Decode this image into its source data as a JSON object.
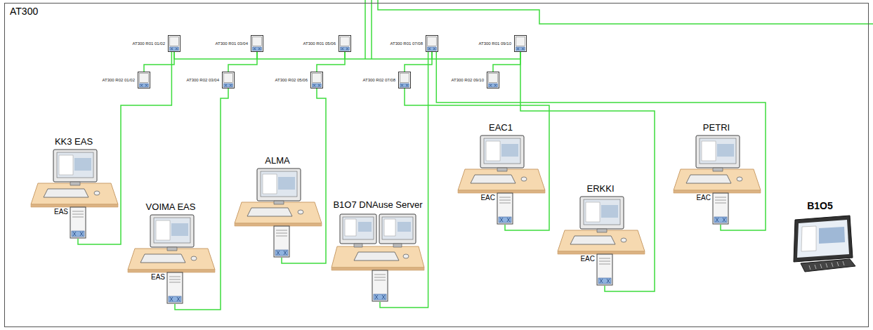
{
  "diagram": {
    "nodes": [
      {
        "text": [
          "AT300"
        ]
      },
      {
        "text": [
          "AT300 R01 01/02"
        ],
        "in": 0
      },
      {
        "text": [
          "AT300 R01 03/04"
        ],
        "in": 0
      },
      {
        "text": [
          "AT300 R01 05/06"
        ],
        "in": 0
      },
      {
        "text": [
          "AT300 R01 07/08"
        ],
        "in": 0
      },
      {
        "text": [
          "AT300 R01 09/10"
        ],
        "in": 0
      },
      {
        "text": [
          "AT300 R02 01/02"
        ],
        "in": 0
      },
      {
        "text": [
          "AT300 R02 03/04"
        ],
        "in": 0
      },
      {
        "text": [
          "AT300 R02 05/06"
        ],
        "in": 0
      },
      {
        "text": [
          "AT300 R02 07/08"
        ],
        "in": 0
      },
      {
        "text": [
          "AT300 R02 09/10"
        ],
        "in": 0
      },
      {
        "text": [
          "KK3 EAS",
          "EAS"
        ],
        "in": 0
      },
      {
        "text": [
          "VOIMA EAS",
          "EAS"
        ],
        "in": 0
      },
      {
        "text": [
          "ALMA"
        ],
        "in": 0
      },
      {
        "text": [
          "B1O7 DNAuse Server"
        ],
        "in": 0
      },
      {
        "text": [
          "EAC1",
          "EAC"
        ],
        "in": 0
      },
      {
        "text": [
          "ERKKI",
          "EAC"
        ],
        "in": 0
      },
      {
        "text": [
          "PETRI",
          "EAC"
        ],
        "in": 0
      },
      {
        "text": [
          "B1O5"
        ],
        "in": 0
      }
    ],
    "edges": [
      {
        "from": 1,
        "to": 2,
        "arrow": "none"
      },
      {
        "from": 2,
        "to": 3,
        "arrow": "none"
      },
      {
        "from": 3,
        "to": 4,
        "arrow": "none"
      },
      {
        "from": 4,
        "to": 5,
        "arrow": "none"
      },
      {
        "from": 6,
        "to": 1,
        "arrow": "none"
      },
      {
        "from": 7,
        "to": 2,
        "arrow": "none"
      },
      {
        "from": 8,
        "to": 3,
        "arrow": "none"
      },
      {
        "from": 9,
        "to": 4,
        "arrow": "none"
      },
      {
        "from": 10,
        "to": 5,
        "arrow": "none"
      },
      {
        "from": 11,
        "to": 1,
        "arrow": "none"
      },
      {
        "from": 12,
        "to": 7,
        "arrow": "none"
      },
      {
        "from": 13,
        "to": 8,
        "arrow": "none"
      },
      {
        "from": 14,
        "to": 4,
        "arrow": "none"
      },
      {
        "from": 15,
        "to": 9,
        "arrow": "none"
      },
      {
        "from": 16,
        "to": 5,
        "arrow": "none"
      },
      {
        "from": 17,
        "to": 4,
        "arrow": "none"
      }
    ]
  }
}
